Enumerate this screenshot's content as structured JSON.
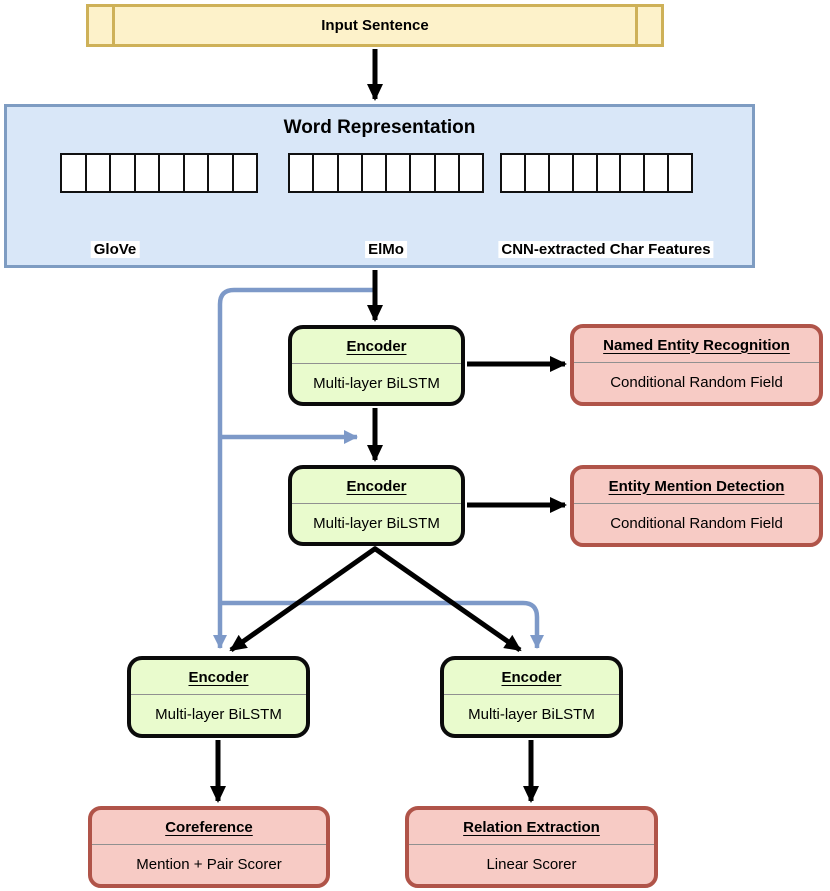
{
  "diagram": {
    "input_box": {
      "label": "Input Sentence"
    },
    "word_representation": {
      "title": "Word Representation",
      "groups": [
        {
          "label": "GloVe",
          "cells": 8
        },
        {
          "label": "ElMo",
          "cells": 8
        },
        {
          "label": "CNN-extracted Char Features",
          "cells": 8
        }
      ]
    },
    "nodes": {
      "encoder1": {
        "title": "Encoder",
        "subtitle": "Multi-layer BiLSTM"
      },
      "ner": {
        "title": "Named Entity Recognition",
        "subtitle": "Conditional Random Field"
      },
      "encoder2": {
        "title": "Encoder",
        "subtitle": "Multi-layer BiLSTM"
      },
      "emd": {
        "title": "Entity Mention Detection",
        "subtitle": "Conditional Random Field"
      },
      "encoder3": {
        "title": "Encoder",
        "subtitle": "Multi-layer BiLSTM"
      },
      "encoder4": {
        "title": "Encoder",
        "subtitle": "Multi-layer BiLSTM"
      },
      "coref": {
        "title": "Coreference",
        "subtitle": "Mention + Pair Scorer"
      },
      "rel": {
        "title": "Relation Extraction",
        "subtitle": "Linear Scorer"
      }
    },
    "colors": {
      "tan-fill": "#fdf2ca",
      "tan-border": "#ceb158",
      "blue-fill": "#d9e7f8",
      "blue-border": "#7e9cc2",
      "green-fill": "#e9fbcd",
      "pink-fill": "#f7cbc5",
      "pink-border": "#b05449",
      "arrow-black": "#000000",
      "arrow-blue": "#7d99c8",
      "brace": "#3d4a47"
    }
  }
}
